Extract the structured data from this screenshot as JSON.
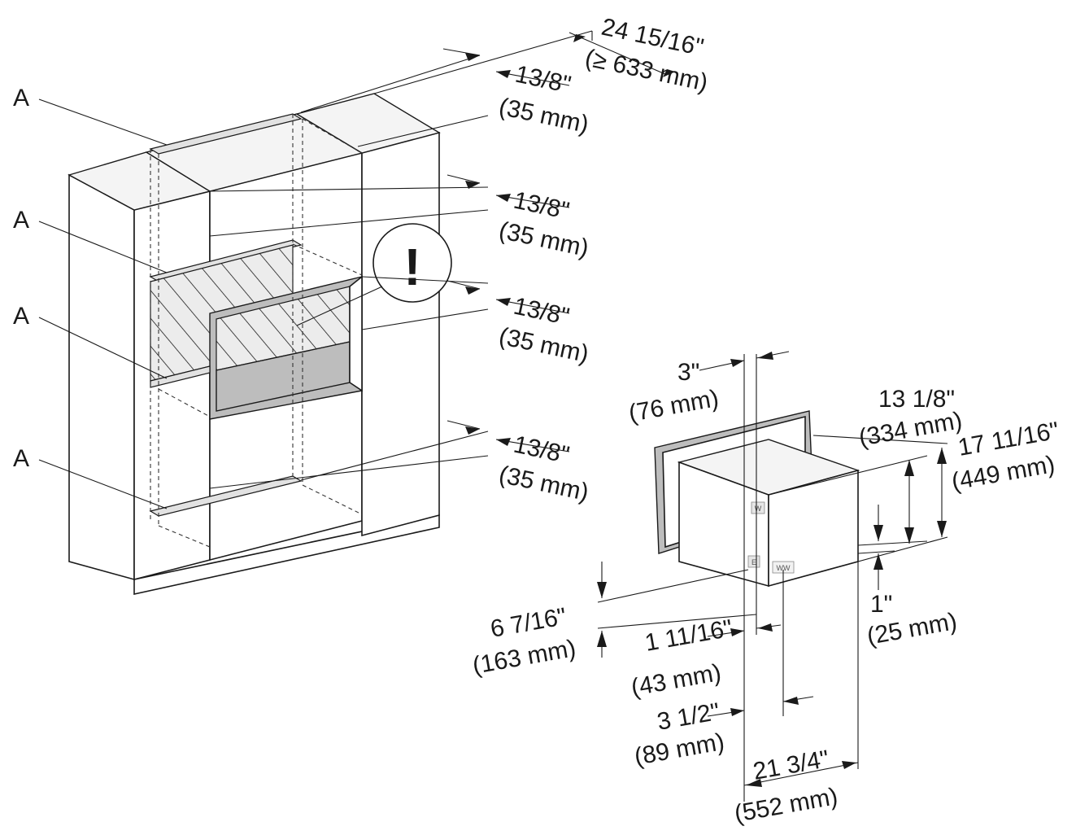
{
  "labels": {
    "a1": "A",
    "a2": "A",
    "a3": "A",
    "a4": "A",
    "warning": "!",
    "w": "W",
    "e": "E",
    "ww": "WW"
  },
  "dimensions": {
    "width_top": {
      "in": "24 15/16\"",
      "mm": "(≥ 633 mm)"
    },
    "gap_top": {
      "in": "13/8\"",
      "mm": "(35 mm)"
    },
    "gap_second": {
      "in": "13/8\"",
      "mm": "(35 mm)"
    },
    "gap_third": {
      "in": "13/8\"",
      "mm": "(35 mm)"
    },
    "gap_bottom": {
      "in": "13/8\"",
      "mm": "(35 mm)"
    },
    "front_depth": {
      "in": "3\"",
      "mm": "(76 mm)"
    },
    "body_height": {
      "in": "13 1/8\"",
      "mm": "(334 mm)"
    },
    "front_height": {
      "in": "17 11/16\"",
      "mm": "(449 mm)"
    },
    "bottom_offset": {
      "in": "1\"",
      "mm": "(25 mm)"
    },
    "service_height": {
      "in": "6 7/16\"",
      "mm": "(163 mm)"
    },
    "e_offset": {
      "in": "1 11/16\"",
      "mm": "(43 mm)"
    },
    "ww_offset": {
      "in": "3 1/2\"",
      "mm": "(89 mm)"
    },
    "body_depth": {
      "in": "21 3/4\"",
      "mm": "(552 mm)"
    }
  }
}
